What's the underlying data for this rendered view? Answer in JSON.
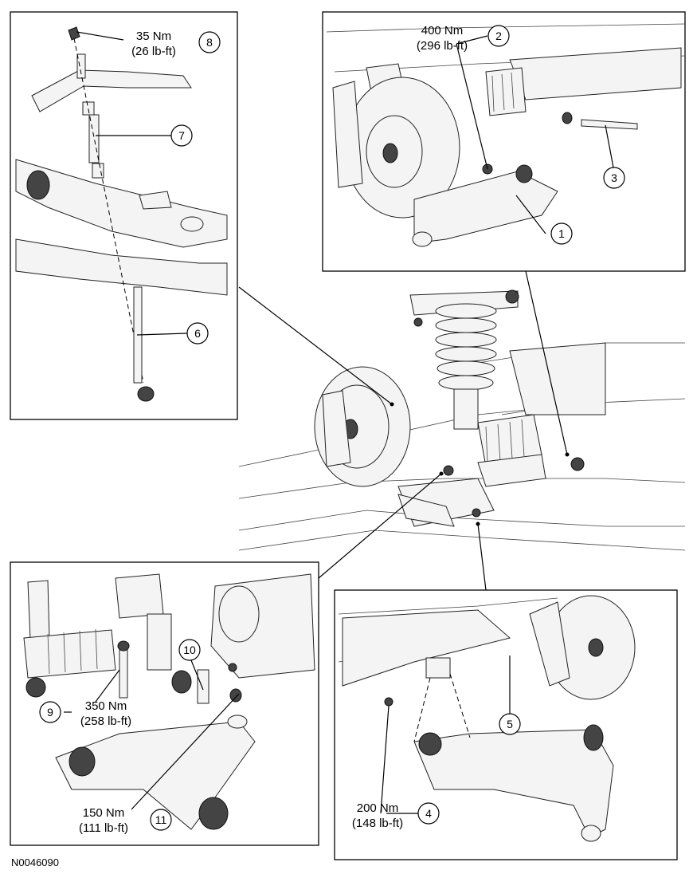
{
  "figure_code": "N0046090",
  "callouts": [
    {
      "id": "1",
      "nm": "",
      "lbft": ""
    },
    {
      "id": "2",
      "nm": "400 Nm",
      "lbft": "(296 lb-ft)"
    },
    {
      "id": "3",
      "nm": "",
      "lbft": ""
    },
    {
      "id": "4",
      "nm": "200 Nm",
      "lbft": "(148 lb-ft)"
    },
    {
      "id": "5",
      "nm": "",
      "lbft": ""
    },
    {
      "id": "6",
      "nm": "",
      "lbft": ""
    },
    {
      "id": "7",
      "nm": "",
      "lbft": ""
    },
    {
      "id": "8",
      "nm": "35 Nm",
      "lbft": "(26 lb-ft)"
    },
    {
      "id": "9",
      "nm": "350 Nm",
      "lbft": "(258 lb-ft)"
    },
    {
      "id": "10",
      "nm": "",
      "lbft": ""
    },
    {
      "id": "11",
      "nm": "150 Nm",
      "lbft": "(111 lb-ft)"
    }
  ]
}
